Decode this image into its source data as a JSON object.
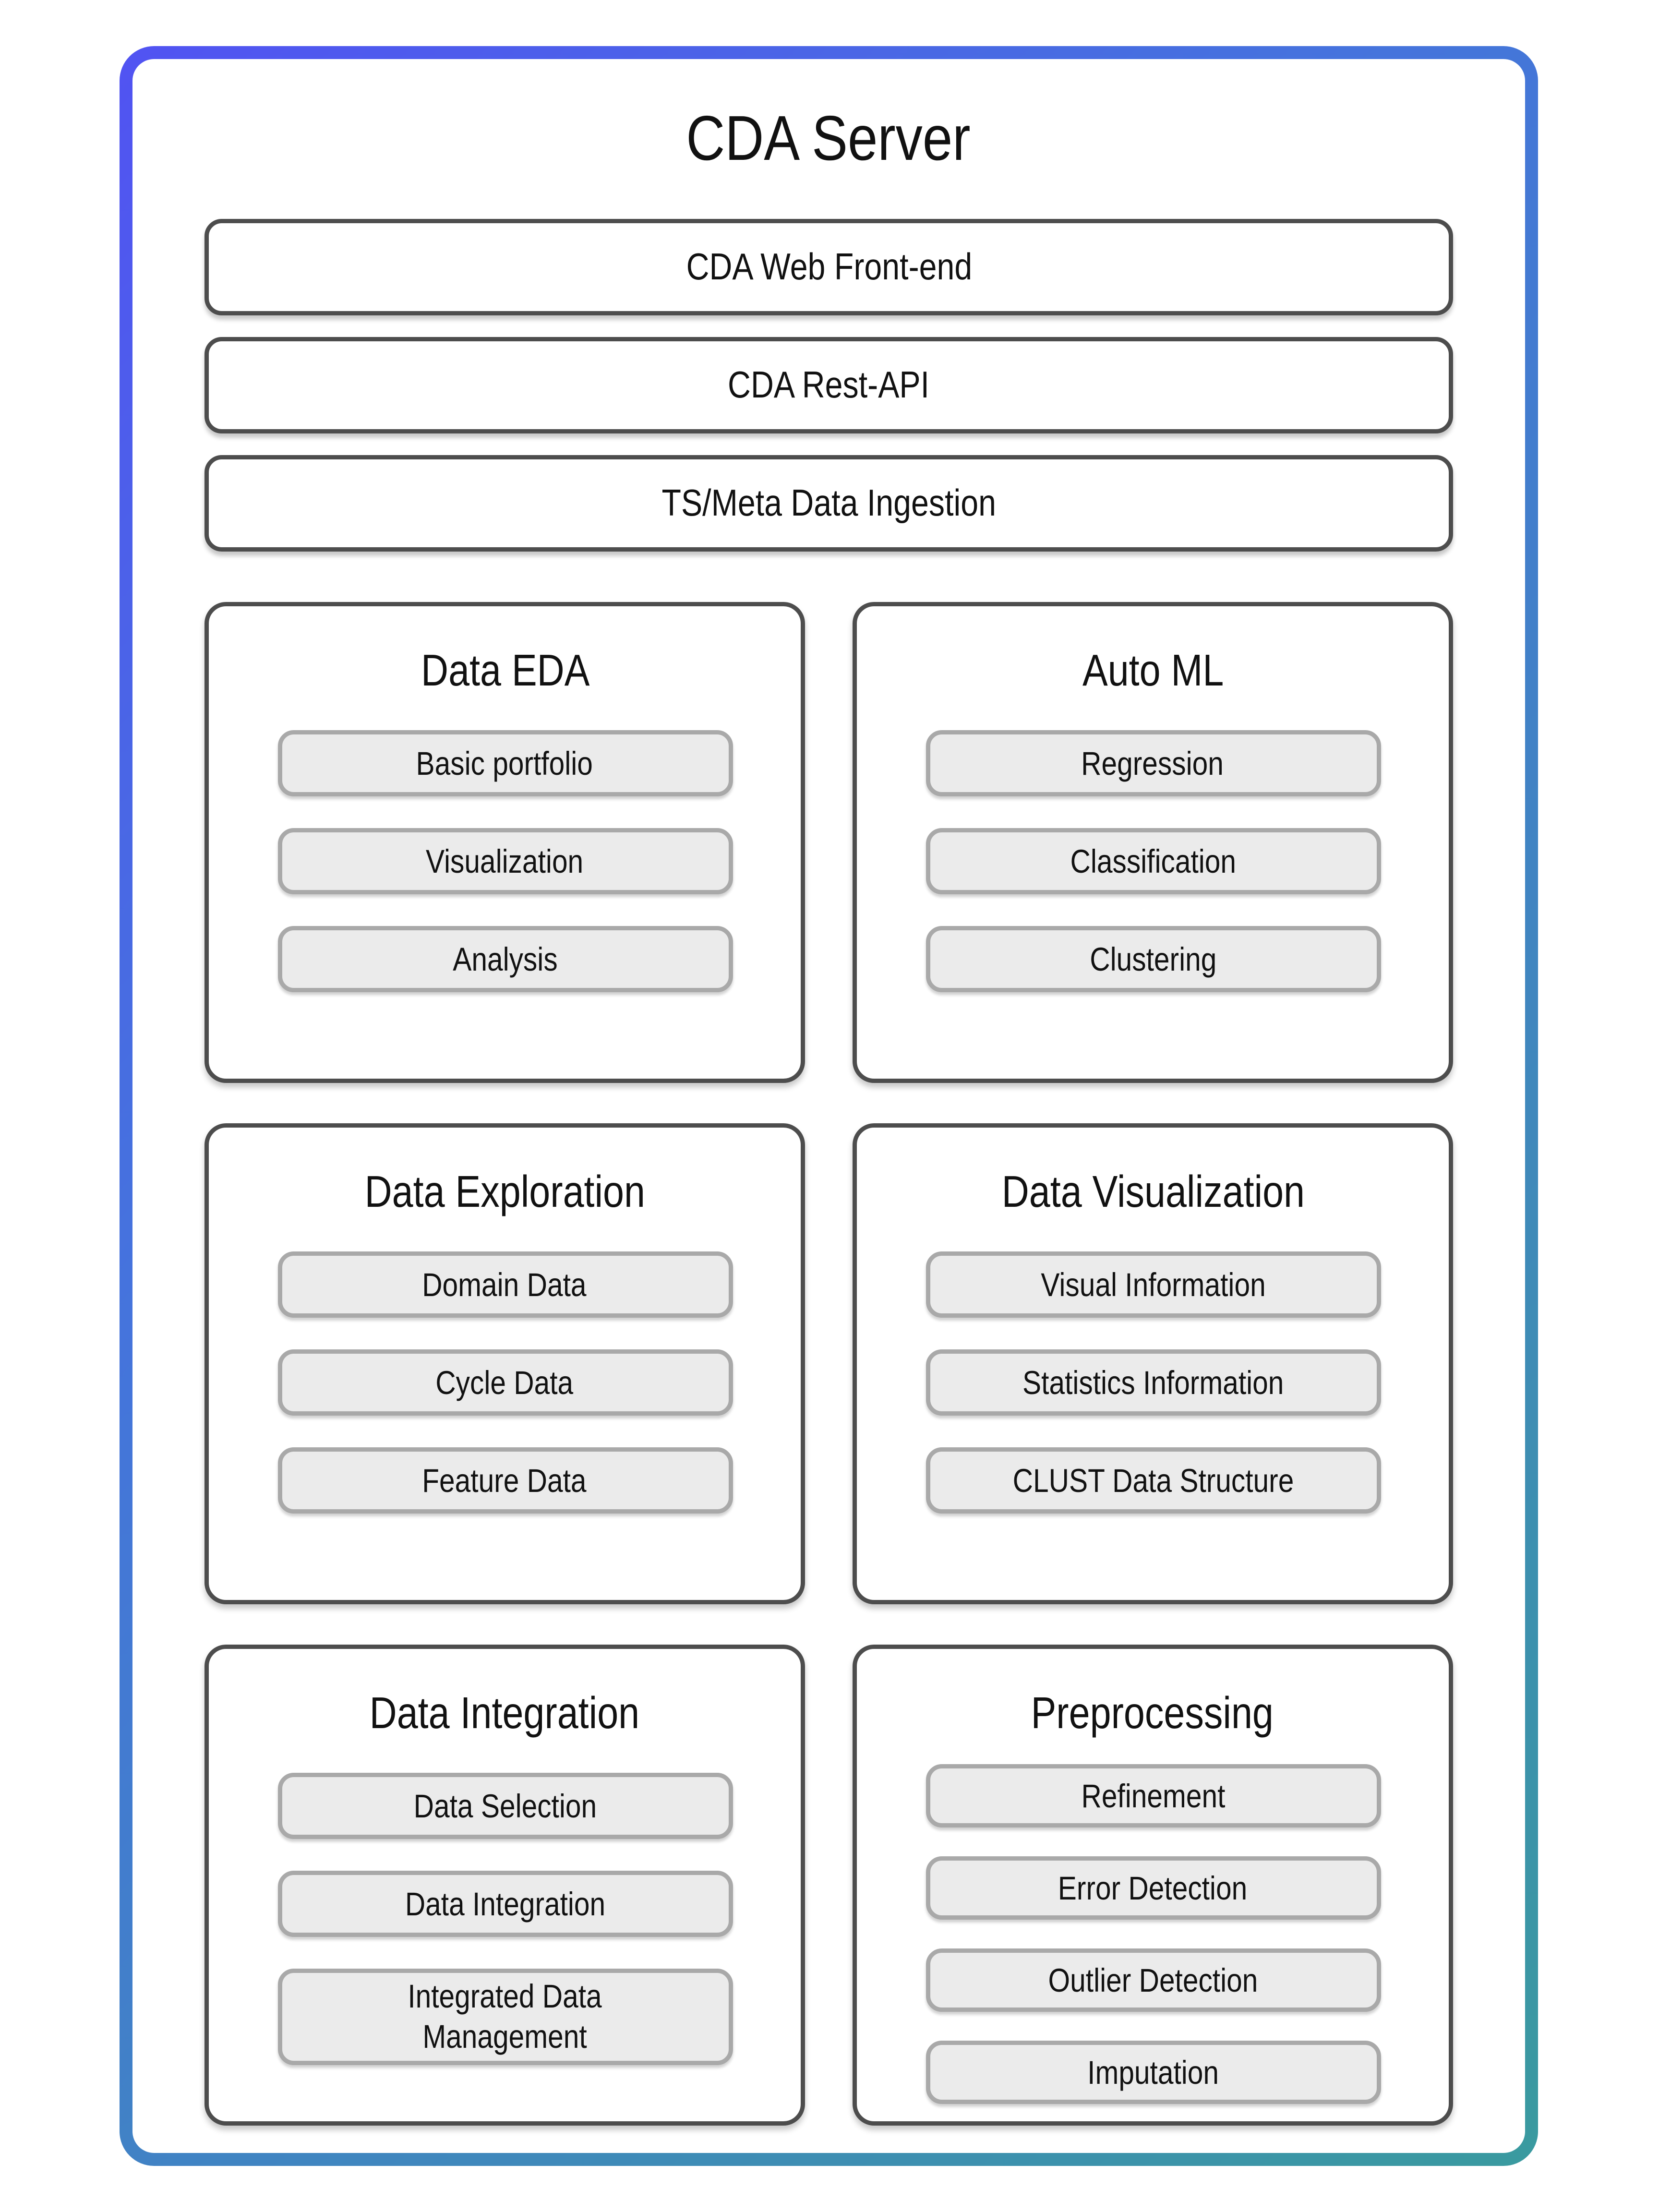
{
  "diagram": {
    "title": "CDA Server"
  },
  "layers": [
    {
      "label": "CDA Web Front-end"
    },
    {
      "label": "CDA Rest-API"
    },
    {
      "label": "TS/Meta Data Ingestion"
    }
  ],
  "panels": [
    {
      "title": "Data EDA",
      "items": [
        "Basic portfolio",
        "Visualization",
        "Analysis"
      ]
    },
    {
      "title": "Auto ML",
      "items": [
        "Regression",
        "Classification",
        "Clustering"
      ]
    },
    {
      "title": "Data Exploration",
      "items": [
        "Domain Data",
        "Cycle Data",
        "Feature Data"
      ]
    },
    {
      "title": "Data Visualization",
      "items": [
        "Visual Information",
        "Statistics Information",
        "CLUST Data Structure"
      ]
    },
    {
      "title": "Data Integration",
      "items": [
        "Data Selection",
        "Data Integration",
        "Integrated Data Management"
      ]
    },
    {
      "title": "Preprocessing",
      "items": [
        "Refinement",
        "Error Detection",
        "Outlier Detection",
        "Imputation"
      ]
    }
  ],
  "colors": {
    "frame_gradient_start": "#5153f2",
    "frame_gradient_mid": "#4573dd",
    "frame_gradient_end": "#3a9a9f",
    "box_border": "#4d4d4d",
    "pill_fill": "#ebebeb",
    "pill_border": "#a9a9a9",
    "text": "#111111",
    "background": "#ffffff"
  }
}
